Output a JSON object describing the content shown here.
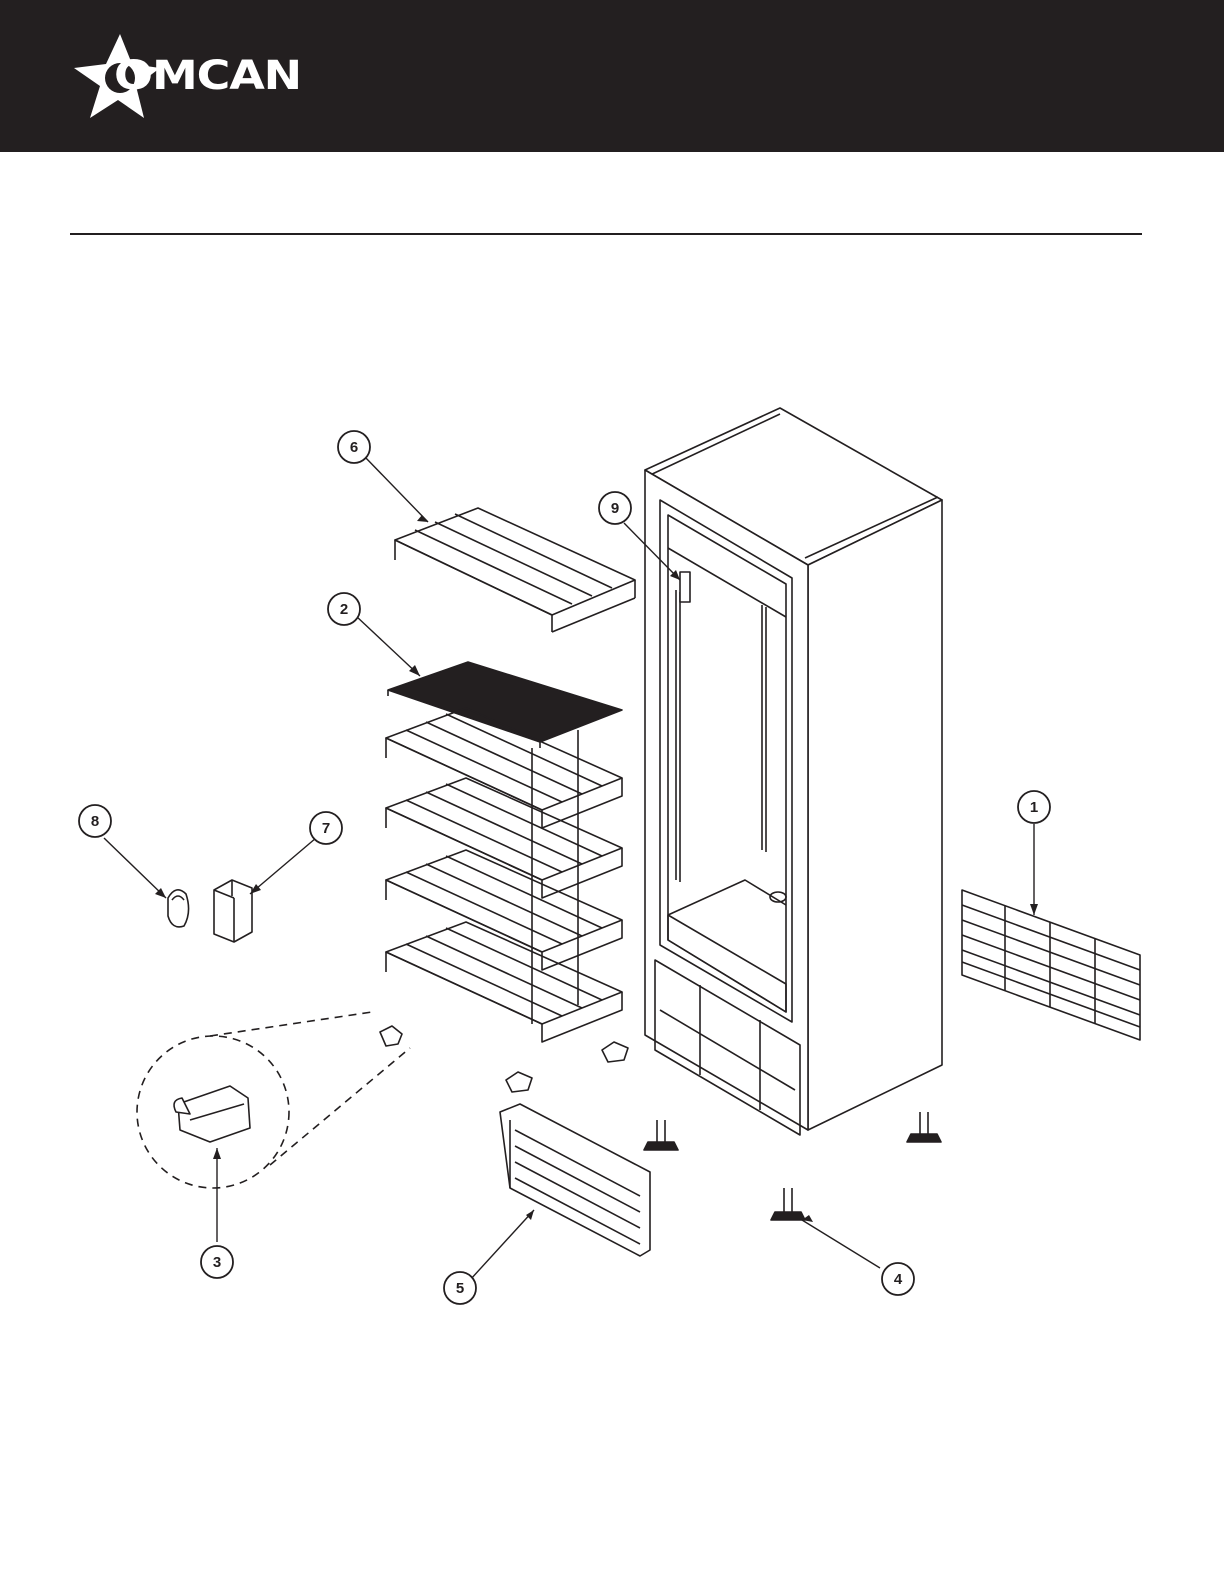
{
  "brand": {
    "name": "OMCAN",
    "header_color": "#231f20",
    "logo_icon": "star-icon"
  },
  "callouts": [
    {
      "id": "callout-1",
      "number": "1",
      "part": "rear-grille"
    },
    {
      "id": "callout-2",
      "number": "2",
      "part": "wire-shelf"
    },
    {
      "id": "callout-3",
      "number": "3",
      "part": "shelf-clip"
    },
    {
      "id": "callout-4",
      "number": "4",
      "part": "leveling-foot"
    },
    {
      "id": "callout-5",
      "number": "5",
      "part": "front-kick-plate"
    },
    {
      "id": "callout-6",
      "number": "6",
      "part": "bottle-rack"
    },
    {
      "id": "callout-7",
      "number": "7",
      "part": "control-box"
    },
    {
      "id": "callout-8",
      "number": "8",
      "part": "knob"
    },
    {
      "id": "callout-9",
      "number": "9",
      "part": "door-handle"
    }
  ]
}
